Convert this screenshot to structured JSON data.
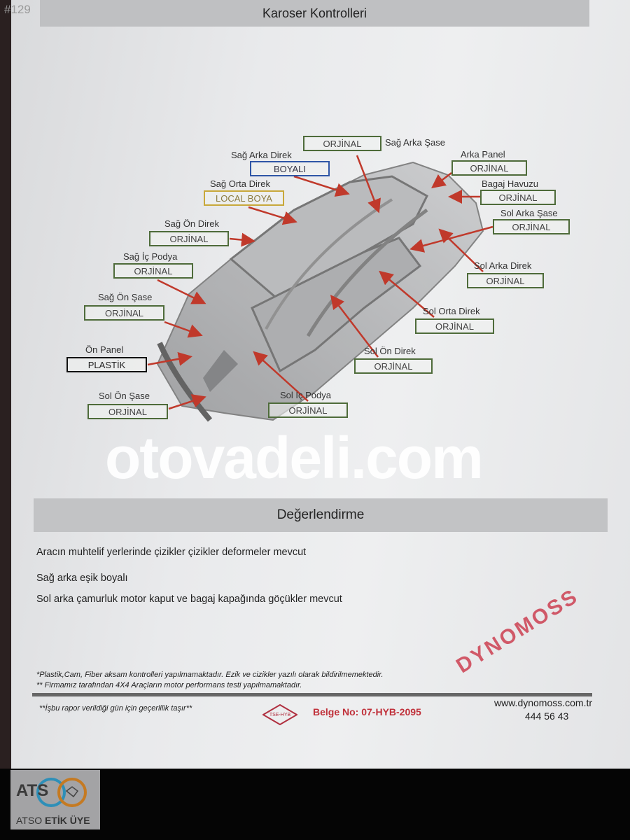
{
  "page_number": "#129",
  "header": {
    "title": "Karoser Kontrolleri"
  },
  "parts": [
    {
      "name": "Sağ Arka Şase",
      "status": "ORJİNAL",
      "color": "#4e6b3a"
    },
    {
      "name": "Sağ Arka Direk",
      "status": "BOYALI",
      "color": "#2f56a6"
    },
    {
      "name": "Sağ Orta Direk",
      "status": "LOCAL BOYA",
      "color": "#c8a83a"
    },
    {
      "name": "Sağ Ön Direk",
      "status": "ORJİNAL",
      "color": "#4e6b3a"
    },
    {
      "name": "Sağ İç Podya",
      "status": "ORJİNAL",
      "color": "#4e6b3a"
    },
    {
      "name": "Sağ Ön Şase",
      "status": "ORJİNAL",
      "color": "#4e6b3a"
    },
    {
      "name": "Ön Panel",
      "status": "PLASTİK",
      "color": "#111111"
    },
    {
      "name": "Sol Ön Şase",
      "status": "ORJİNAL",
      "color": "#4e6b3a"
    },
    {
      "name": "Sol İç Podya",
      "status": "ORJİNAL",
      "color": "#4e6b3a"
    },
    {
      "name": "Sol Ön Direk",
      "status": "ORJİNAL",
      "color": "#4e6b3a"
    },
    {
      "name": "Sol Orta Direk",
      "status": "ORJİNAL",
      "color": "#4e6b3a"
    },
    {
      "name": "Sol Arka Direk",
      "status": "ORJİNAL",
      "color": "#4e6b3a"
    },
    {
      "name": "Sol Arka Şase",
      "status": "ORJİNAL",
      "color": "#4e6b3a"
    },
    {
      "name": "Bagaj Havuzu",
      "status": "ORJİNAL",
      "color": "#4e6b3a"
    },
    {
      "name": "Arka Panel",
      "status": "ORJİNAL",
      "color": "#4e6b3a"
    }
  ],
  "evaluation": {
    "title": "Değerlendirme",
    "lines": [
      "Aracın muhtelif yerlerinde çizikler çizikler deformeler mevcut",
      "Sağ arka eşik boyalı",
      "Sol arka çamurluk motor kaput ve bagaj kapağında göçükler mevcut"
    ]
  },
  "notes": [
    "*Plastik,Cam, Fiber aksam kontrolleri yapılmamaktadır. Ezik ve cizikler yazılı olarak bildirilmemektedir.",
    "** Firmamız tarafından 4X4 Araçların motor performans testi yapılmamaktadır."
  ],
  "footer": {
    "validity": "**İşbu rapor verildiği gün için geçerlilik taşır**",
    "tse_logo": "TSE-HYB",
    "certificate": "Belge No: 07-HYB-2095",
    "website": "www.dynomoss.com.tr",
    "phone": "444 56 43"
  },
  "stamp": "DYNOMOSS",
  "watermark": "otovadeli.com",
  "badge": {
    "logo": "ATS",
    "text_light": "ATSO",
    "text_bold": "ETİK ÜYE"
  },
  "colors": {
    "arrow": "#c0392b",
    "certificate": "#c0303a"
  }
}
